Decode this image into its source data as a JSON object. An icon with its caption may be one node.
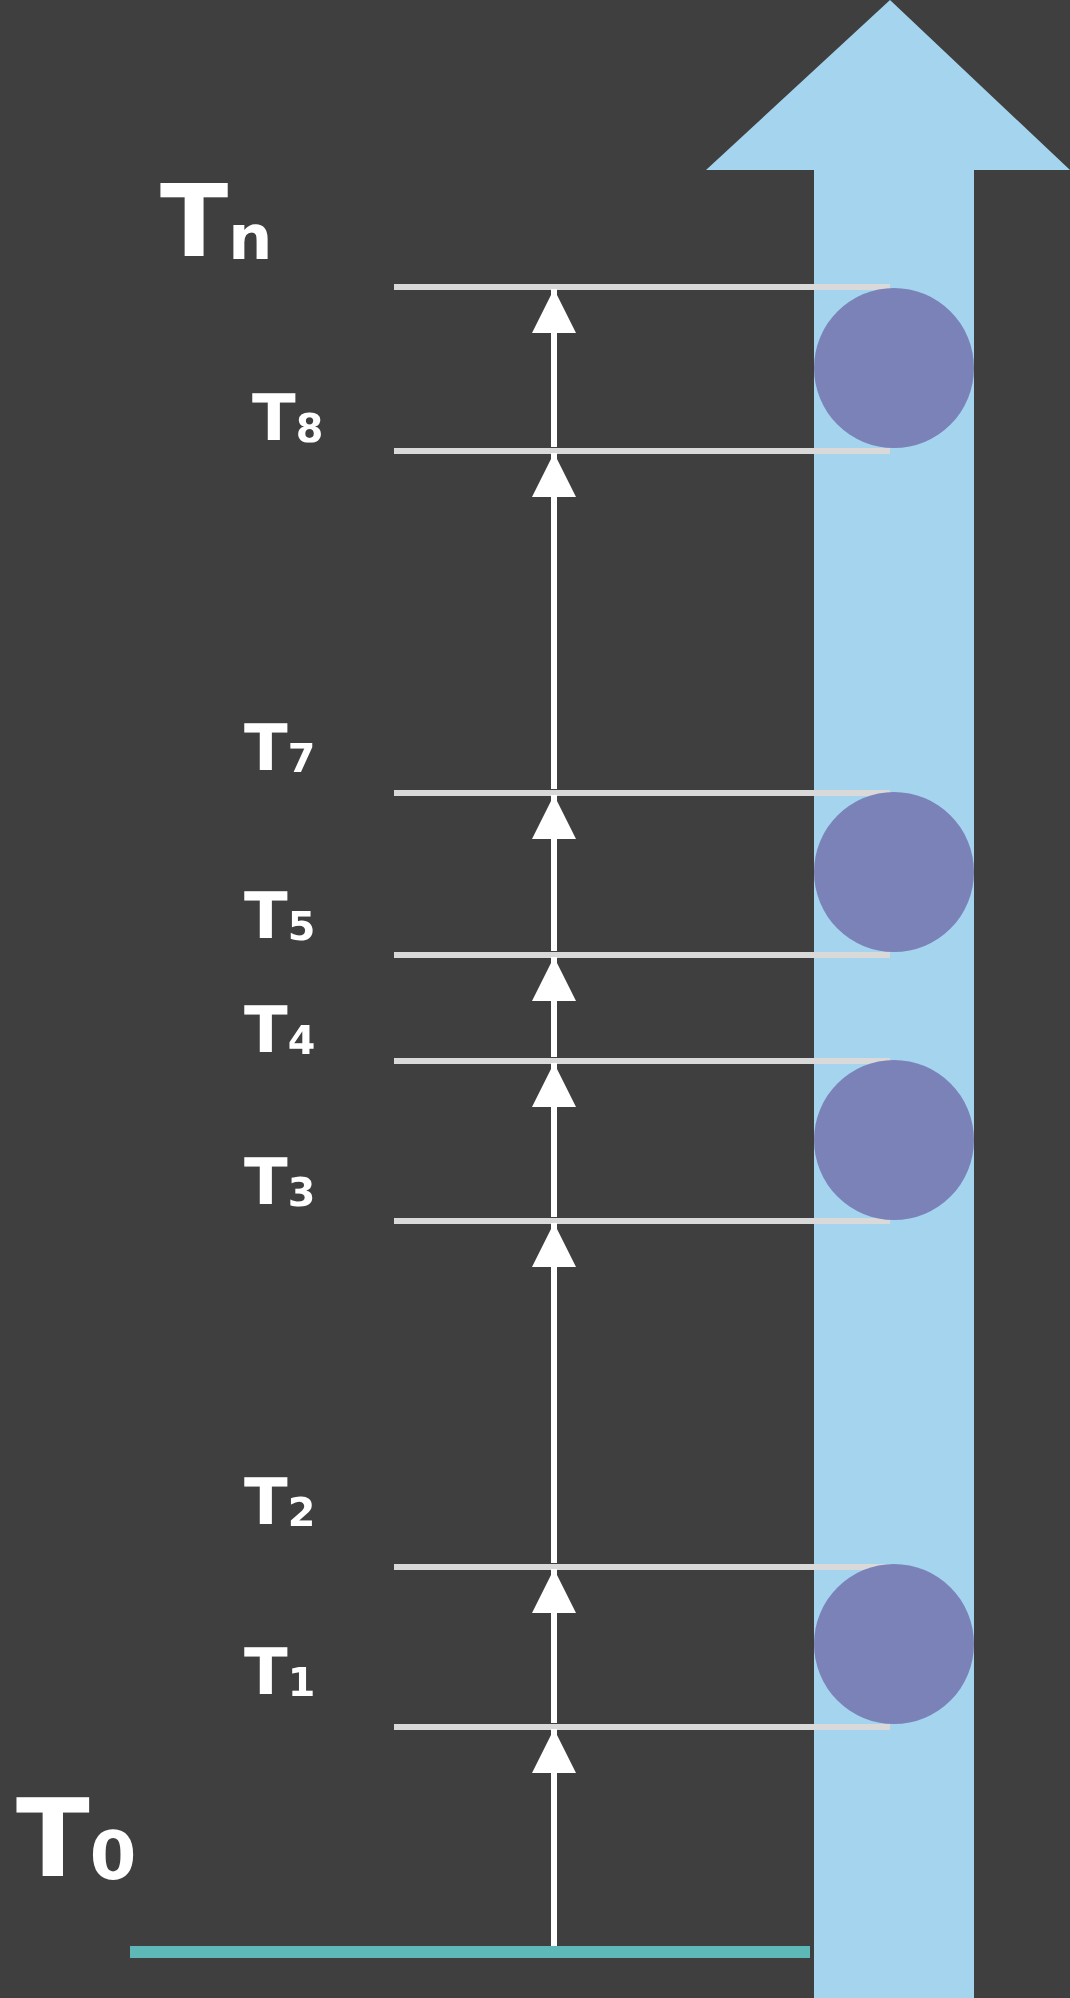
{
  "diagram": {
    "nodes": [
      {
        "text": [],
        "shape": "arrow"
      },
      {
        "text": [],
        "shape": "circle",
        "in": 0
      },
      {
        "text": [],
        "shape": "circle",
        "in": 0
      },
      {
        "text": [],
        "shape": "circle",
        "in": 0
      },
      {
        "text": [],
        "shape": "circle",
        "in": 0
      },
      {
        "text": [],
        "shape": "line",
        "beside": [
          "T$_{n}$"
        ]
      },
      {
        "text": [],
        "shape": "line",
        "beside": [
          "T$_{8}$"
        ]
      },
      {
        "text": [],
        "shape": "line",
        "beside": [
          "T$_{7}$"
        ]
      },
      {
        "text": [],
        "shape": "line",
        "beside": [
          "T$_{5}$"
        ]
      },
      {
        "text": [],
        "shape": "line",
        "beside": [
          "T$_{4}$"
        ]
      },
      {
        "text": [],
        "shape": "line",
        "beside": [
          "T$_{3}$"
        ]
      },
      {
        "text": [],
        "shape": "line",
        "beside": [
          "T$_{2}$"
        ]
      },
      {
        "text": [],
        "shape": "line",
        "beside": [
          "T$_{1}$"
        ]
      },
      {
        "text": [],
        "shape": "line",
        "beside": [
          "T$_{0}$"
        ]
      }
    ],
    "edges": [
      {
        "from": 13,
        "to": 12,
        "arrow": "to"
      },
      {
        "from": 12,
        "to": 11,
        "arrow": "to"
      },
      {
        "from": 11,
        "to": 10,
        "arrow": "to"
      },
      {
        "from": 10,
        "to": 9,
        "arrow": "to"
      },
      {
        "from": 9,
        "to": 8,
        "arrow": "to"
      },
      {
        "from": 8,
        "to": 7,
        "arrow": "to"
      },
      {
        "from": 7,
        "to": 6,
        "arrow": "to"
      },
      {
        "from": 6,
        "to": 5,
        "arrow": "to"
      }
    ]
  }
}
